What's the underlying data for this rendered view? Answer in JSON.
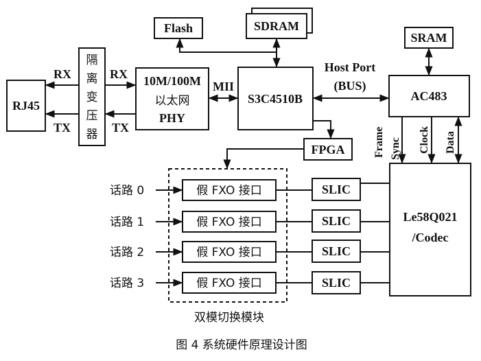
{
  "diagram": {
    "rj45": "RJ45",
    "transformer_chars": [
      "隔",
      "离",
      "变",
      "压",
      "器"
    ],
    "phy_line1": "10M/100M",
    "phy_line2": "以太网",
    "phy_line3": "PHY",
    "cpu": "S3C4510B",
    "flash": "Flash",
    "sdram": "SDRAM",
    "sram": "SRAM",
    "ac483": "AC483",
    "fpga": "FPGA",
    "codec_line1": "Le58Q021",
    "codec_line2": "/Codec",
    "mii": "MII",
    "host_port_line1": "Host Port",
    "host_port_line2": "(BUS)",
    "rx_left": "RX",
    "tx_left": "TX",
    "rx_right": "RX",
    "tx_right": "TX",
    "sig_frame": "Frame",
    "sig_sync": "Sync",
    "sig_clock": "Clock",
    "sig_data": "Data",
    "channels": [
      "话路 0",
      "话路 1",
      "话路 2",
      "话路 3"
    ],
    "fxo": [
      "假 FXO 接口",
      "假 FXO 接口",
      "假 FXO 接口",
      "假 FXO 接口"
    ],
    "slic": [
      "SLIC",
      "SLIC",
      "SLIC",
      "SLIC"
    ],
    "module_label": "双模切换模块",
    "caption": "图 4   系统硬件原理设计图"
  }
}
